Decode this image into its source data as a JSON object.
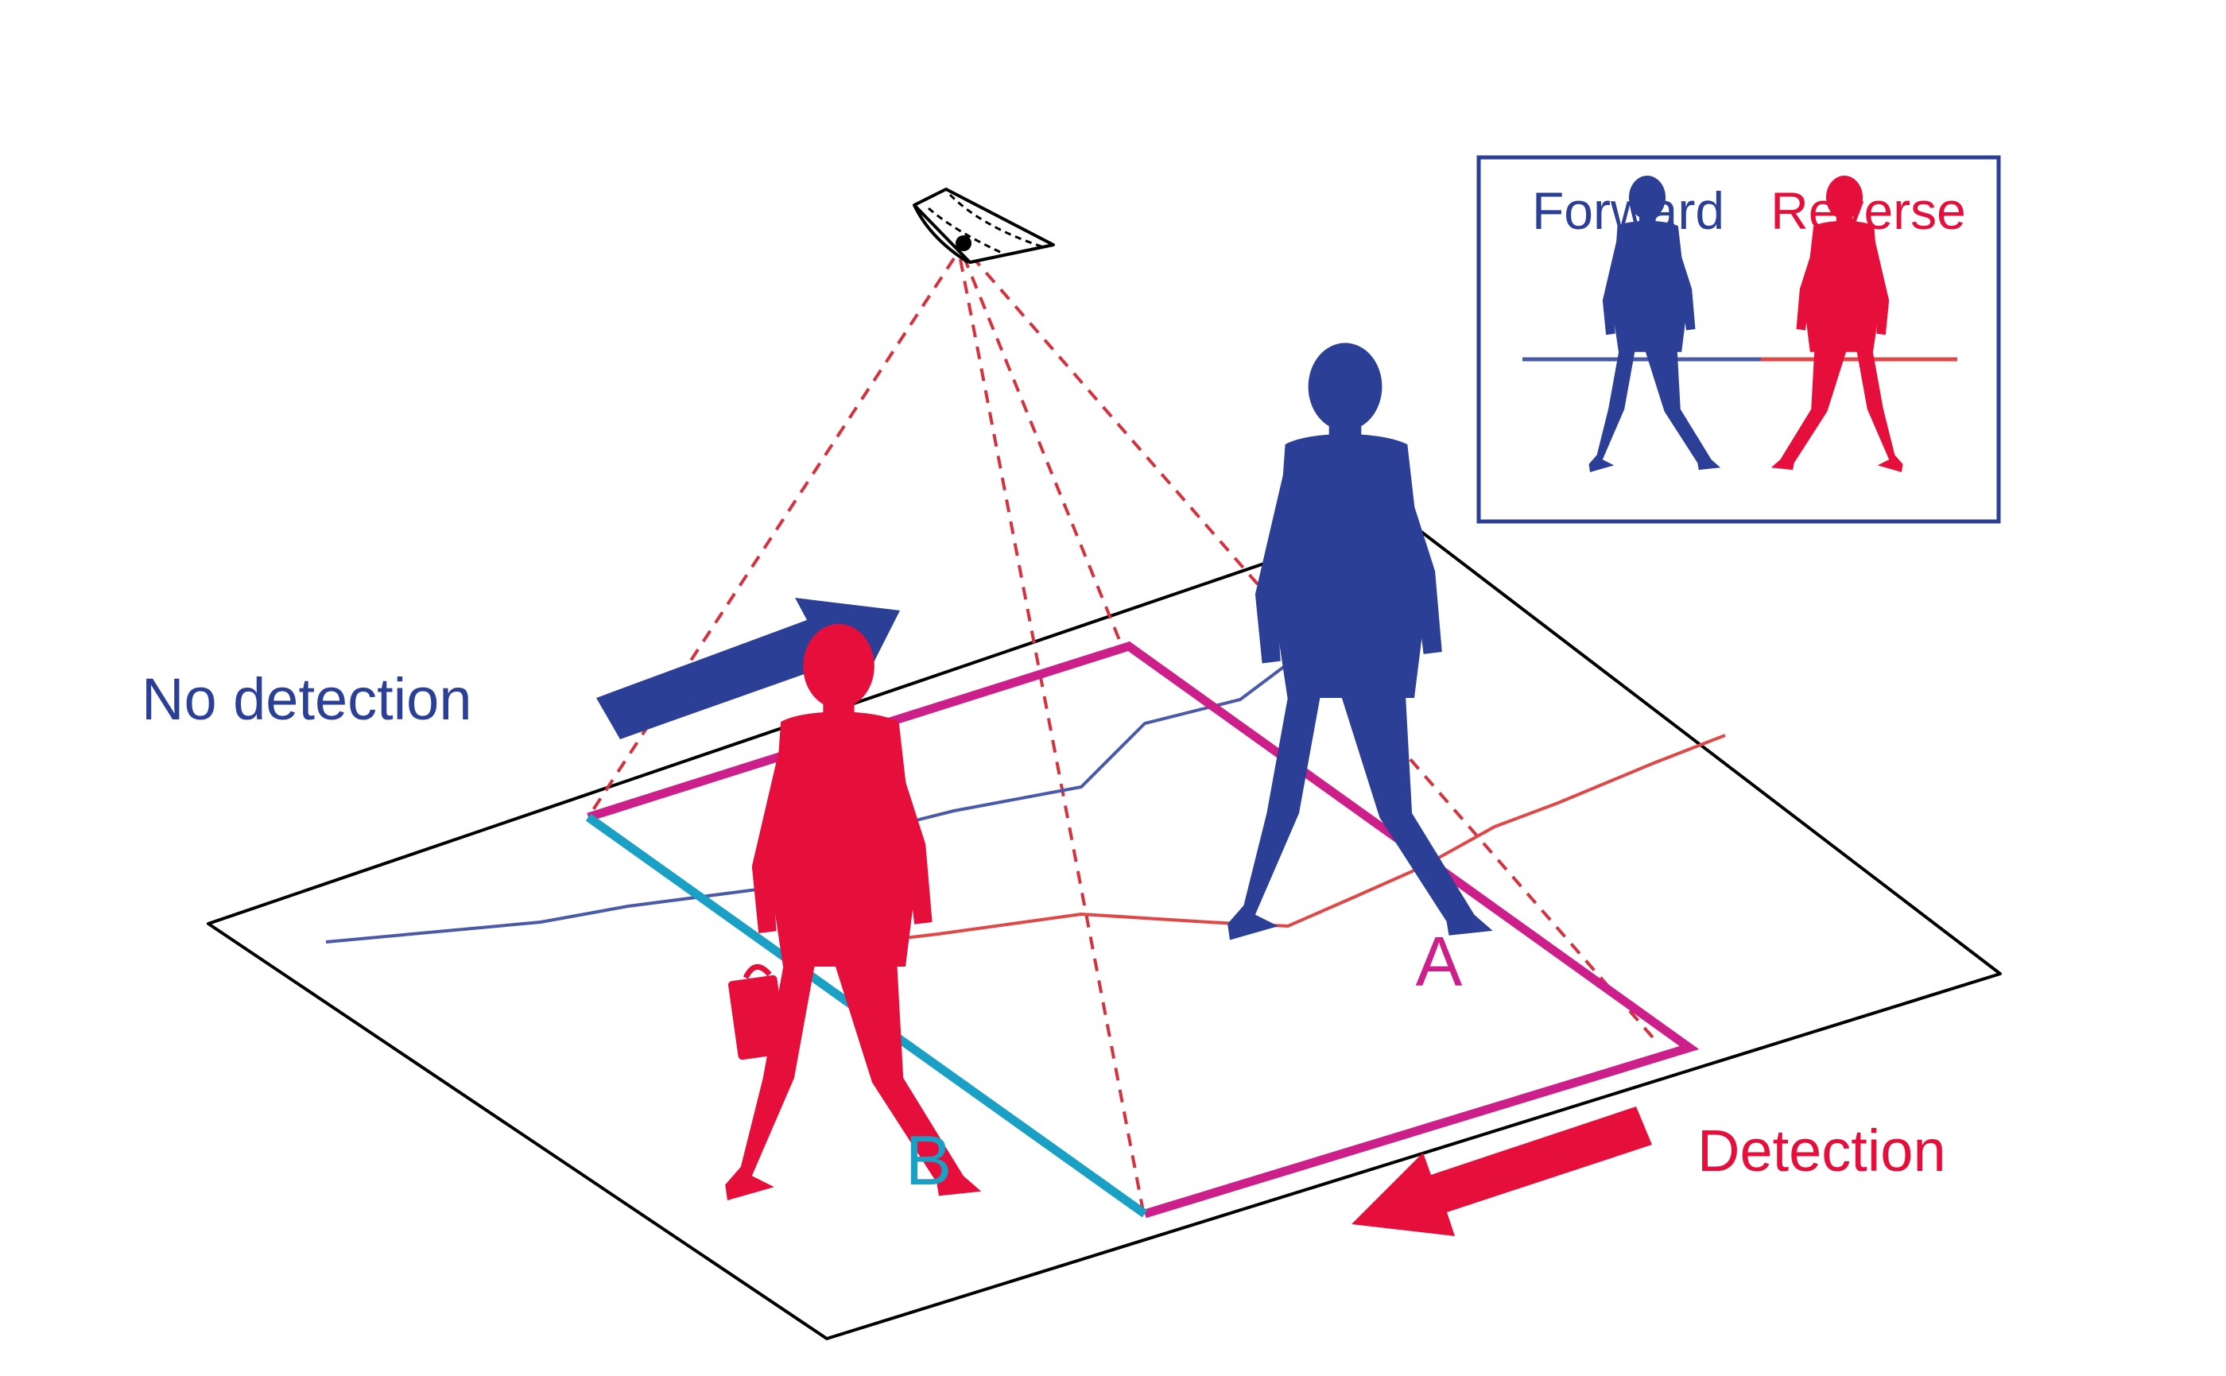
{
  "legend": {
    "forward_label": "Forward",
    "reverse_label": "Reverse"
  },
  "labels": {
    "no_detection": "No detection",
    "detection": "Detection",
    "line_a": "A",
    "line_b": "B"
  },
  "colors": {
    "forward_blue": "#2b3f97",
    "reverse_red": "#e60e3a",
    "area_magenta": "#cc1f8a",
    "line_b_cyan": "#1aa0c4",
    "floor_outline": "#000000",
    "fov_dashes": "#d4323f",
    "forward_path": "#4a5aa8",
    "reverse_path": "#e04848",
    "legend_border": "#2b3f97"
  },
  "icons": {
    "camera": "ceiling-camera-icon",
    "forward_person": "walking-person-icon",
    "reverse_person": "walking-person-with-briefcase-icon"
  }
}
